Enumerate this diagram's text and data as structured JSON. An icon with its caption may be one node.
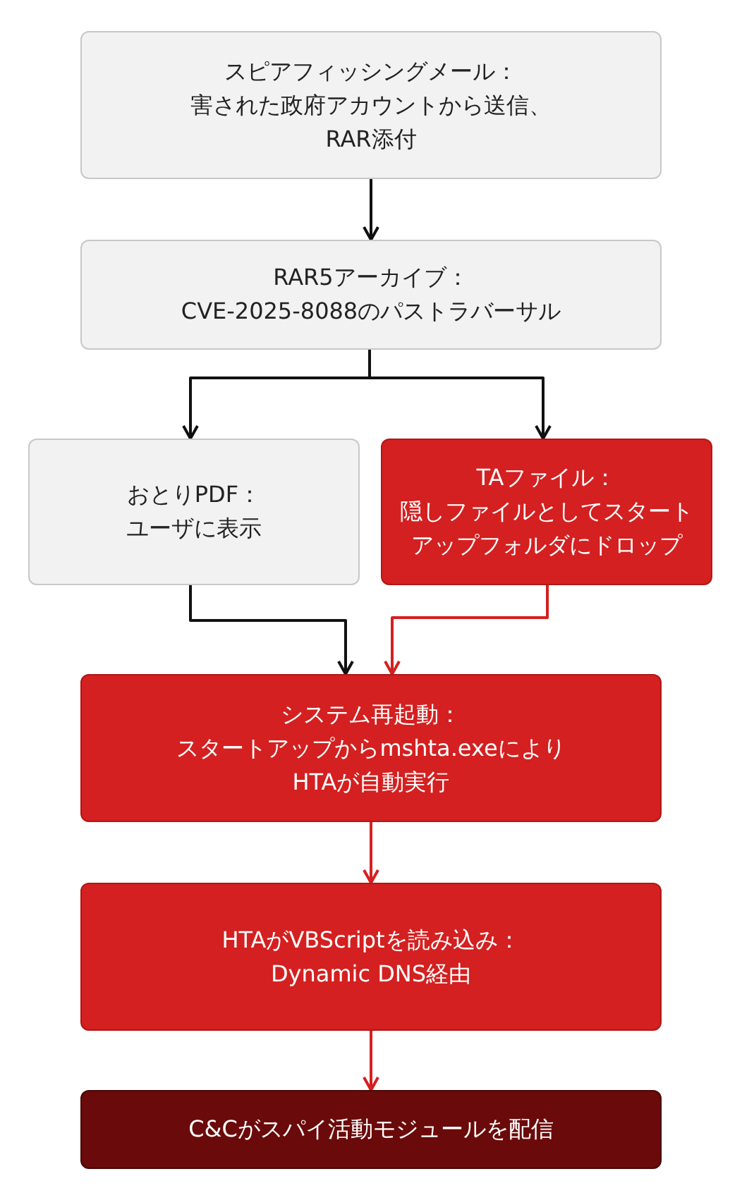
{
  "diagram": {
    "nodes": [
      {
        "text": [
          "スピアフィッシングメール：",
          "害された政府アカウントから送信、RAR添付"
        ]
      },
      {
        "text": [
          "RAR5アーカイブ：",
          "CVE-2025-8088のパストラバーサル"
        ]
      },
      {
        "text": [
          "おとりPDF：",
          "ユーザに表示"
        ]
      },
      {
        "text": [
          "TAファイル：",
          "隠しファイルとしてスタートアップフォルダにドロップ"
        ]
      },
      {
        "text": [
          "システム再起動：",
          "スタートアップからmshta.exeによりHTAが自動実行"
        ]
      },
      {
        "text": [
          "HTAがVBScriptを読み込み：",
          "Dynamic DNS経由"
        ]
      },
      {
        "text": [
          "C&Cがスパイ活動モジュールを配信"
        ]
      }
    ],
    "edges": [
      {
        "from": 0,
        "to": 1,
        "arrow": "to"
      },
      {
        "from": 1,
        "to": 2,
        "arrow": "to"
      },
      {
        "from": 1,
        "to": 3,
        "arrow": "to"
      },
      {
        "from": 2,
        "to": 4,
        "arrow": "to"
      },
      {
        "from": 3,
        "to": 4,
        "arrow": "to",
        "color": "#d42020"
      },
      {
        "from": 4,
        "to": 5,
        "arrow": "to",
        "color": "#d42020"
      },
      {
        "from": 5,
        "to": 6,
        "arrow": "to",
        "color": "#d42020"
      }
    ]
  }
}
